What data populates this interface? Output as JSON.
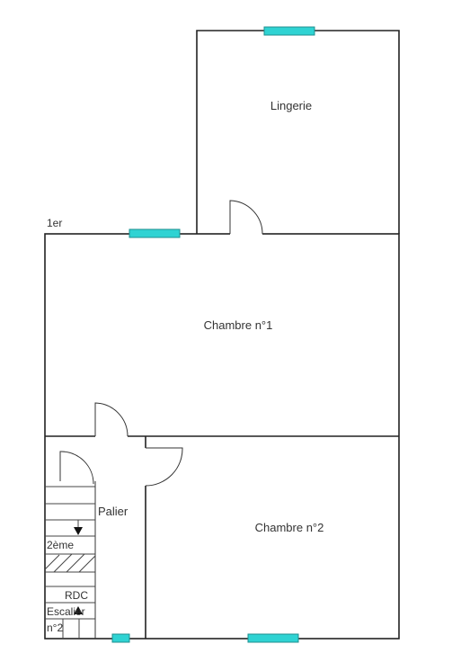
{
  "plan": {
    "floor_label": "1er",
    "rooms": {
      "lingerie": "Lingerie",
      "chambre1": "Chambre n°1",
      "chambre2": "Chambre n°2",
      "palier": "Palier"
    },
    "stairs": {
      "upper_level": "2ème",
      "lower_level": "RDC",
      "name_line1": "Escalier",
      "name_line2": "n°2"
    },
    "colors": {
      "window_fill": "#2fd3d3",
      "window_stroke": "#1f8f8f",
      "wall": "#222222"
    }
  }
}
